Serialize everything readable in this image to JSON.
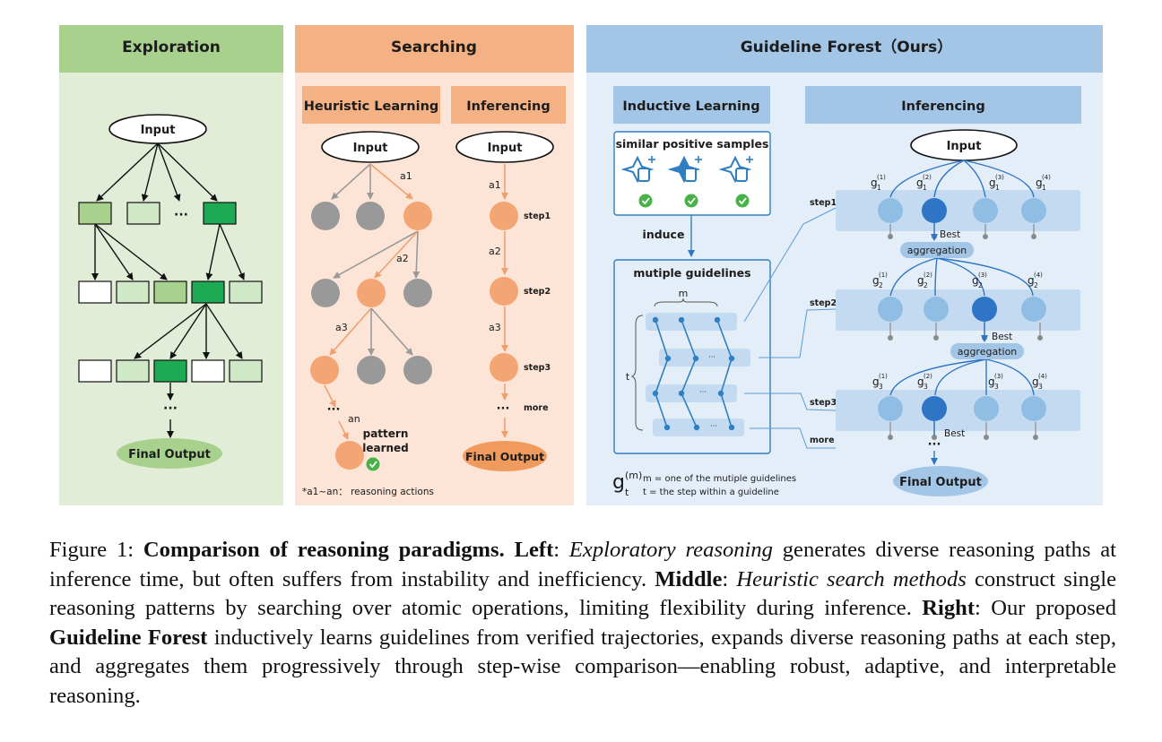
{
  "exploration": {
    "title": "Exploration",
    "input_label": "Input",
    "dots": "···",
    "final_label": "Final Output"
  },
  "searching": {
    "title": "Searching",
    "heuristic_title": "Heuristic Learning",
    "inferencing_title": "Inferencing",
    "input_label": "Input",
    "edge_a1": "a1",
    "edge_a2": "a2",
    "edge_a3": "a3",
    "edge_an": "an",
    "dots": "···",
    "pattern_line1": "pattern",
    "pattern_line2": "learned",
    "footnote": "*a1~an： reasoning  actions",
    "inf_input_label": "Input",
    "inf_a1": "a1",
    "inf_a2": "a2",
    "inf_a3": "a3",
    "step1": "step1",
    "step2": "step2",
    "step3": "step3",
    "more": "more",
    "inf_dots": "···",
    "final_label": "Final Output"
  },
  "forest": {
    "title": "Guideline Forest（Ours）",
    "inductive_title": "Inductive Learning",
    "inferencing_title": "Inferencing",
    "samples_label": "similar positive samples",
    "induce_label": "induce",
    "guidelines_label": "mutiple guidelines",
    "m_label": "m",
    "t_label": "t",
    "ellipsis": "···",
    "legend_g": "g",
    "legend_t": "t",
    "legend_m": "(m)",
    "legend_line1": "m = one of the mutiple guidelines",
    "legend_line2": "t = the step within a guideline",
    "input_label": "Input",
    "g_letter": "g",
    "sup1": "(1)",
    "sup2": "(2)",
    "sup3": "(3)",
    "sup4": "(4)",
    "sub1": "1",
    "sub2": "2",
    "sub3": "3",
    "step1": "step1",
    "step2": "step2",
    "step3": "step3",
    "more": "more",
    "best": "Best",
    "aggregation": "aggregation",
    "dots": "···",
    "final_label": "Final Output"
  },
  "colors": {
    "exploration_bg": "#e2edd8",
    "exploration_header": "#a9d18e",
    "searching_bg": "#fce4d6",
    "searching_header": "#f4b183",
    "searching_subheader": "#f4b183",
    "forest_bg": "#e4eef8",
    "forest_header": "#a4c6e6",
    "forest_subheader": "#a4c6e6",
    "node_gray": "#999999",
    "node_orange": "#f4a574",
    "node_blue_light": "#8fbde4",
    "node_blue_dark": "#2e75c6",
    "green_dark": "#1eaa54",
    "green_mid": "#a8d18d",
    "green_light": "#cfe9c7"
  },
  "caption": {
    "fig": "Figure 1:",
    "title_bold": "Comparison of reasoning paradigms.",
    "left_label": "Left",
    "left_italic": "Exploratory reasoning",
    "left_text": "generates diverse reasoning paths at inference time, but often suffers from instability and inefficiency.",
    "middle_label": "Middle",
    "middle_italic": "Heuristic search methods",
    "middle_text": "construct single reasoning patterns by searching over atomic operations, limiting flexibility during inference.",
    "right_label": "Right",
    "right_text1": "Our proposed",
    "right_bold": "Guideline Forest",
    "right_text2": "inductively learns guidelines from verified trajectories, expands diverse reasoning paths at each step, and aggregates them progressively through step-wise comparison—enabling robust, adaptive, and interpretable reasoning."
  }
}
